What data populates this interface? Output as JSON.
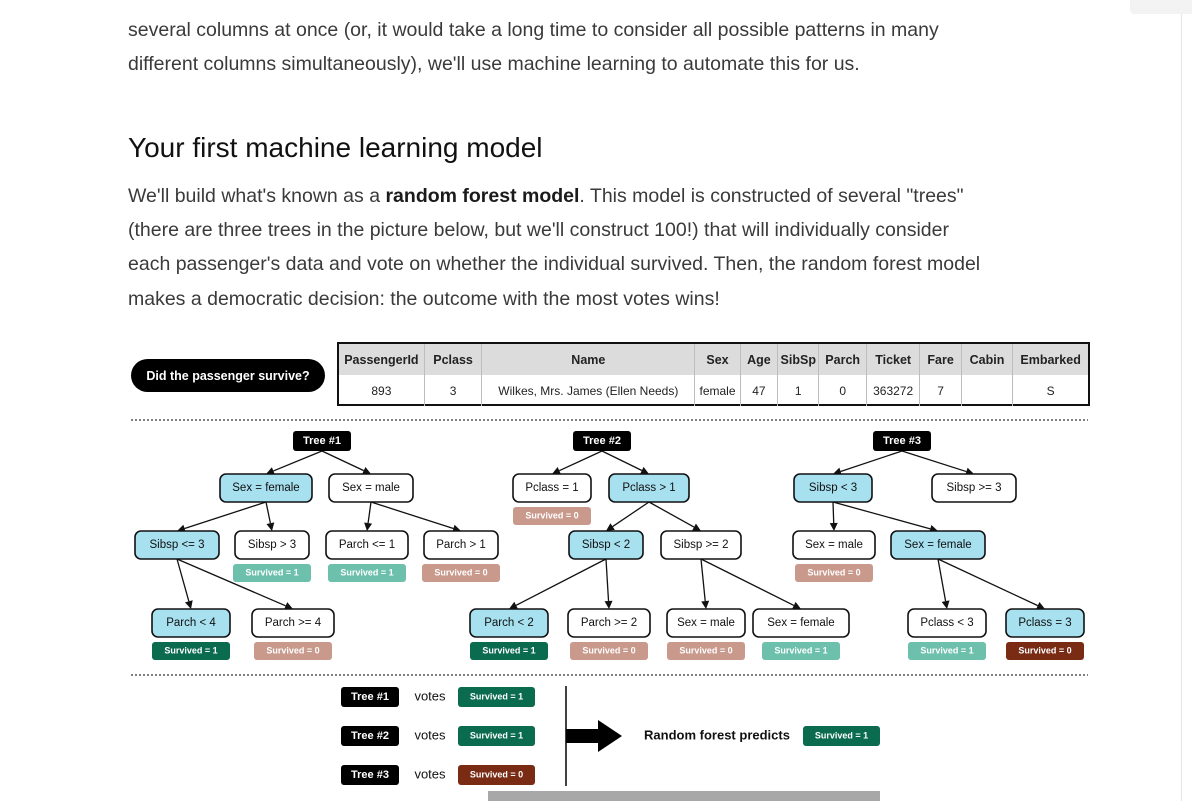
{
  "article": {
    "intro_line1": "several columns at once (or, it would take a long time to consider all possible patterns in many",
    "intro_line2": "different columns simultaneously), we'll use machine learning to automate this for us.",
    "heading": "Your first machine learning model",
    "p2_pre": "We'll build what's known as a ",
    "p2_bold": "random forest model",
    "p2_post": ". This model is constructed of several \"trees\"",
    "p2_line2": "(there are three trees in the picture below, but we'll construct 100!) that will individually consider",
    "p2_line3": "each passenger's data and vote on whether the individual survived. Then, the random forest model",
    "p2_line4": "makes a democratic decision: the outcome with the most votes wins!"
  },
  "figure": {
    "question": "Did the passenger survive?",
    "table": {
      "headers": [
        "PassengerId",
        "Pclass",
        "Name",
        "Sex",
        "Age",
        "SibSp",
        "Parch",
        "Ticket",
        "Fare",
        "Cabin",
        "Embarked"
      ],
      "row": [
        "893",
        "3",
        "Wilkes, Mrs. James (Ellen Needs)",
        "female",
        "47",
        "1",
        "0",
        "363272",
        "7",
        "",
        "S"
      ]
    },
    "colors": {
      "blue": "#a7e0ef",
      "green_light": "#6cc0ac",
      "green_dark": "#0b6b4e",
      "brown_light": "#c9998c",
      "brown_dark": "#7a2b14",
      "black": "#000000"
    },
    "trees": [
      {
        "label": "Tree #1",
        "nodes": [
          {
            "id": "a",
            "text": "Sex = female",
            "style": "blue"
          },
          {
            "id": "b",
            "text": "Sex = male",
            "style": "white"
          },
          {
            "id": "c",
            "text": "Sibsp <= 3",
            "style": "blue"
          },
          {
            "id": "d",
            "text": "Sibsp > 3",
            "style": "white",
            "badge": "Survived = 1",
            "badge_style": "green_light"
          },
          {
            "id": "e",
            "text": "Parch <= 1",
            "style": "white",
            "badge": "Survived = 1",
            "badge_style": "green_light"
          },
          {
            "id": "f",
            "text": "Parch > 1",
            "style": "white",
            "badge": "Survived = 0",
            "badge_style": "brown_light"
          },
          {
            "id": "g",
            "text": "Parch < 4",
            "style": "blue",
            "badge": "Survived = 1",
            "badge_style": "green_dark"
          },
          {
            "id": "h",
            "text": "Parch >= 4",
            "style": "white",
            "badge": "Survived = 0",
            "badge_style": "brown_light"
          }
        ]
      },
      {
        "label": "Tree #2",
        "nodes": [
          {
            "id": "a",
            "text": "Pclass = 1",
            "style": "white",
            "badge": "Survived = 0",
            "badge_style": "brown_light"
          },
          {
            "id": "b",
            "text": "Pclass > 1",
            "style": "blue"
          },
          {
            "id": "c",
            "text": "Sibsp < 2",
            "style": "blue"
          },
          {
            "id": "d",
            "text": "Sibsp >= 2",
            "style": "white"
          },
          {
            "id": "e",
            "text": "Parch < 2",
            "style": "blue",
            "badge": "Survived = 1",
            "badge_style": "green_dark"
          },
          {
            "id": "f",
            "text": "Parch >= 2",
            "style": "white",
            "badge": "Survived = 0",
            "badge_style": "brown_light"
          },
          {
            "id": "g",
            "text": "Sex = male",
            "style": "white",
            "badge": "Survived = 0",
            "badge_style": "brown_light"
          },
          {
            "id": "h",
            "text": "Sex = female",
            "style": "white",
            "badge": "Survived = 1",
            "badge_style": "green_light"
          }
        ]
      },
      {
        "label": "Tree #3",
        "nodes": [
          {
            "id": "a",
            "text": "Sibsp < 3",
            "style": "blue"
          },
          {
            "id": "b",
            "text": "Sibsp >= 3",
            "style": "white"
          },
          {
            "id": "c",
            "text": "Sex = male",
            "style": "white",
            "badge": "Survived = 0",
            "badge_style": "brown_light"
          },
          {
            "id": "d",
            "text": "Sex = female",
            "style": "blue"
          },
          {
            "id": "e",
            "text": "Pclass < 3",
            "style": "white",
            "badge": "Survived = 1",
            "badge_style": "green_light"
          },
          {
            "id": "f",
            "text": "Pclass = 3",
            "style": "blue",
            "badge": "Survived = 0",
            "badge_style": "brown_dark"
          }
        ]
      }
    ],
    "votes": {
      "word": "votes",
      "rows": [
        {
          "tree": "Tree #1",
          "result": "Survived = 1",
          "style": "green_dark"
        },
        {
          "tree": "Tree #2",
          "result": "Survived = 1",
          "style": "green_dark"
        },
        {
          "tree": "Tree #3",
          "result": "Survived = 0",
          "style": "brown_dark"
        }
      ],
      "predicts_label": "Random forest predicts",
      "prediction": "Survived = 1",
      "prediction_style": "green_dark"
    }
  }
}
